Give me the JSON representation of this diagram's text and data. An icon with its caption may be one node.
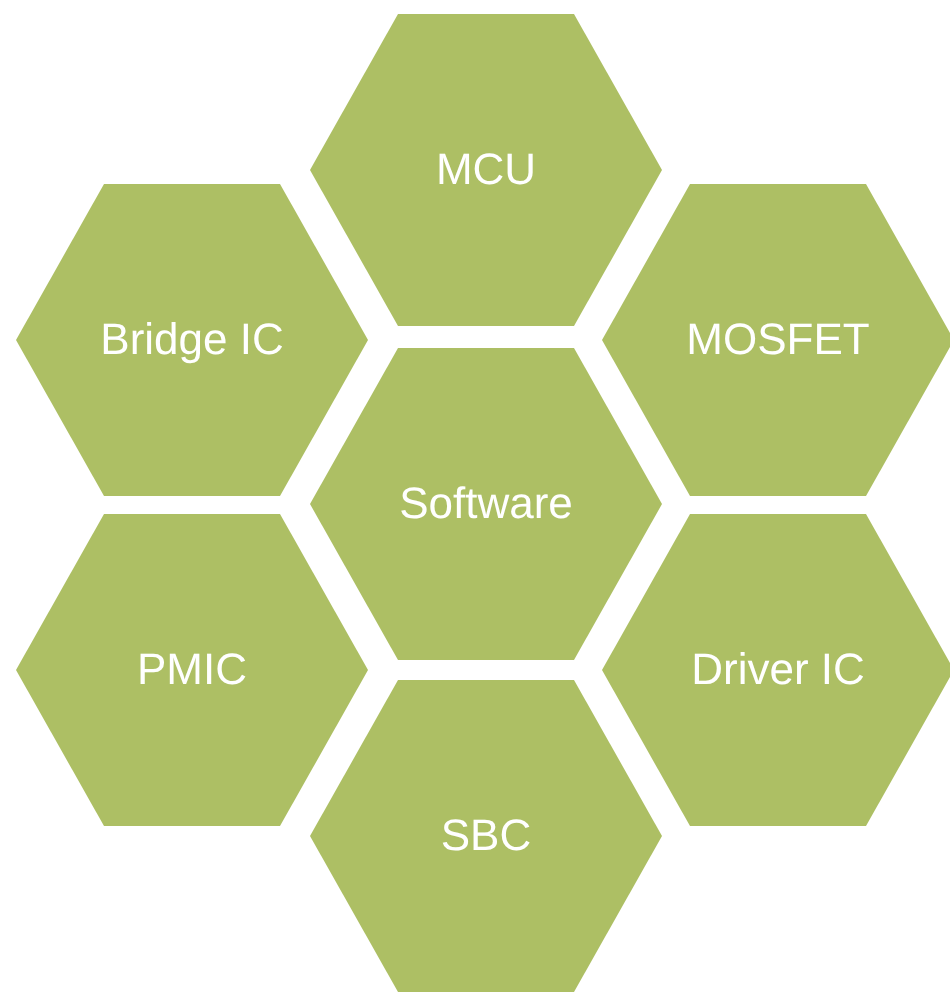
{
  "diagram": {
    "nodes": [
      {
        "text": [
          "MCU"
        ]
      },
      {
        "text": [
          "Bridge IC"
        ]
      },
      {
        "text": [
          "MOSFET"
        ]
      },
      {
        "text": [
          "Software"
        ]
      },
      {
        "text": [
          "PMIC"
        ]
      },
      {
        "text": [
          "Driver IC"
        ]
      },
      {
        "text": [
          "SBC"
        ]
      }
    ]
  }
}
